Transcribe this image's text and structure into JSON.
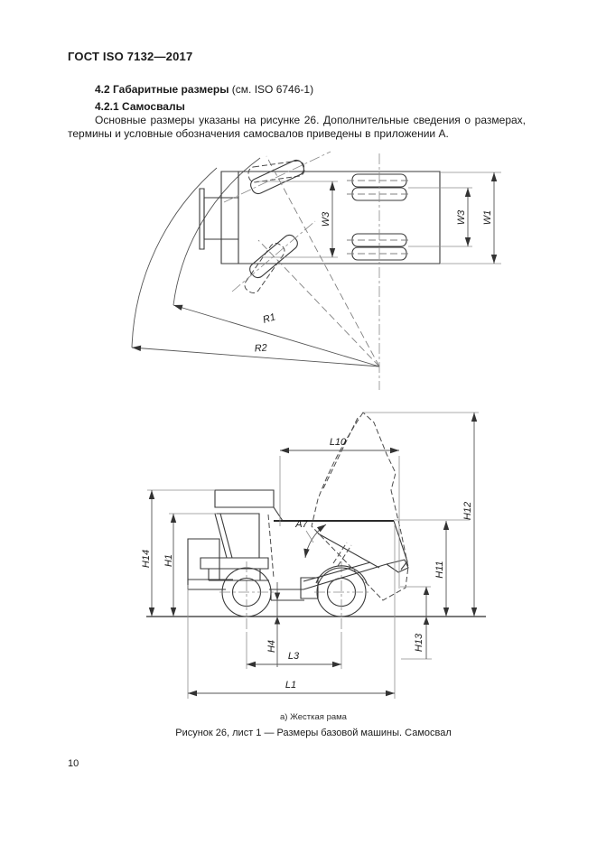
{
  "page": {
    "header_title": "ГОСТ ISO 7132—2017",
    "page_number": "10"
  },
  "content": {
    "section_heading_bold": "4.2 Габаритные размеры",
    "section_heading_normal": " (см. ISO 6746-1)",
    "subsection_heading": "4.2.1 Самосвалы",
    "paragraph": "Основные размеры указаны на рисунке 26. Дополнительные сведения о размерах, термины и условные обозначения самосвалов приведены в приложении А."
  },
  "figure": {
    "top_view": {
      "w3_front_track": "W3",
      "w3_rear_track": "W3",
      "w1_overall_width": "W1",
      "r1_inner_radius": "R1",
      "r2_outer_radius": "R2"
    },
    "side_view": {
      "l10": "L10",
      "h12": "H12",
      "h11": "H11",
      "h13": "H13",
      "h14": "H14",
      "h1": "H1",
      "h4": "H4",
      "l3": "L3",
      "l1": "L1",
      "a7": "A7"
    },
    "caption_variant": "а) Жесткая рама",
    "caption": "Рисунок 26, лист 1 — Размеры базовой машины. Самосвал"
  }
}
